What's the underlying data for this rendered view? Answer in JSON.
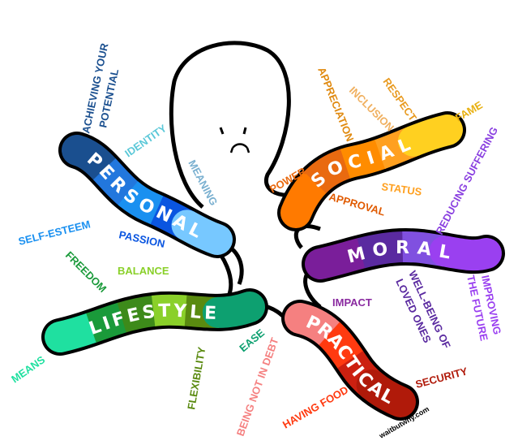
{
  "tentacles": {
    "personal": {
      "word": "PERSONAL",
      "colors": [
        "#1a4f8f",
        "#2277dd",
        "#1a90f0",
        "#0a55e0",
        "#77c8ff"
      ]
    },
    "social": {
      "word": "SOCIAL",
      "colors": [
        "#ff7a00",
        "#e96a10",
        "#ff8c00",
        "#ffa020",
        "#ffd020"
      ]
    },
    "moral": {
      "word": "MORAL",
      "colors": [
        "#7a1e9a",
        "#5a2aa0",
        "#8050e0",
        "#9a40f0"
      ]
    },
    "lifestyle": {
      "word": "LIFESTYLE",
      "colors": [
        "#1fe0a0",
        "#1a9a3a",
        "#3d8a1a",
        "#8ad02a",
        "#5a8a10",
        "#0da070"
      ]
    },
    "practical": {
      "word": "PRACTICAL",
      "colors": [
        "#f58080",
        "#ff3a10",
        "#cc2010",
        "#b01a0a"
      ]
    }
  },
  "labels": {
    "achieving_1": "ACHIEVING YOUR",
    "achieving_2": "POTENTIAL",
    "identity": "IDENTITY",
    "meaning": "MEANING",
    "self_esteem": "SELF-ESTEEM",
    "passion": "PASSION",
    "freedom": "FREEDOM",
    "balance": "BALANCE",
    "means": "MEANS",
    "flexibility": "FLEXIBILITY",
    "ease": "EASE",
    "debt": "BEING NOT IN DEBT",
    "food": "HAVING FOOD",
    "security": "SECURITY",
    "impact": "IMPACT",
    "wellbeing_1": "WELL-BEING OF",
    "wellbeing_2": "LOVED ONES",
    "improving_1": "IMPROVING",
    "improving_2": "THE FUTURE",
    "reducing": "REDUCING SUFFERING",
    "power": "POWER",
    "approval": "APPROVAL",
    "status": "STATUS",
    "appreciation": "APPRECIATION",
    "inclusion": "INCLUSION",
    "respect": "RESPECT",
    "fame": "FAME"
  },
  "watermark": "waitbutwhy.com"
}
